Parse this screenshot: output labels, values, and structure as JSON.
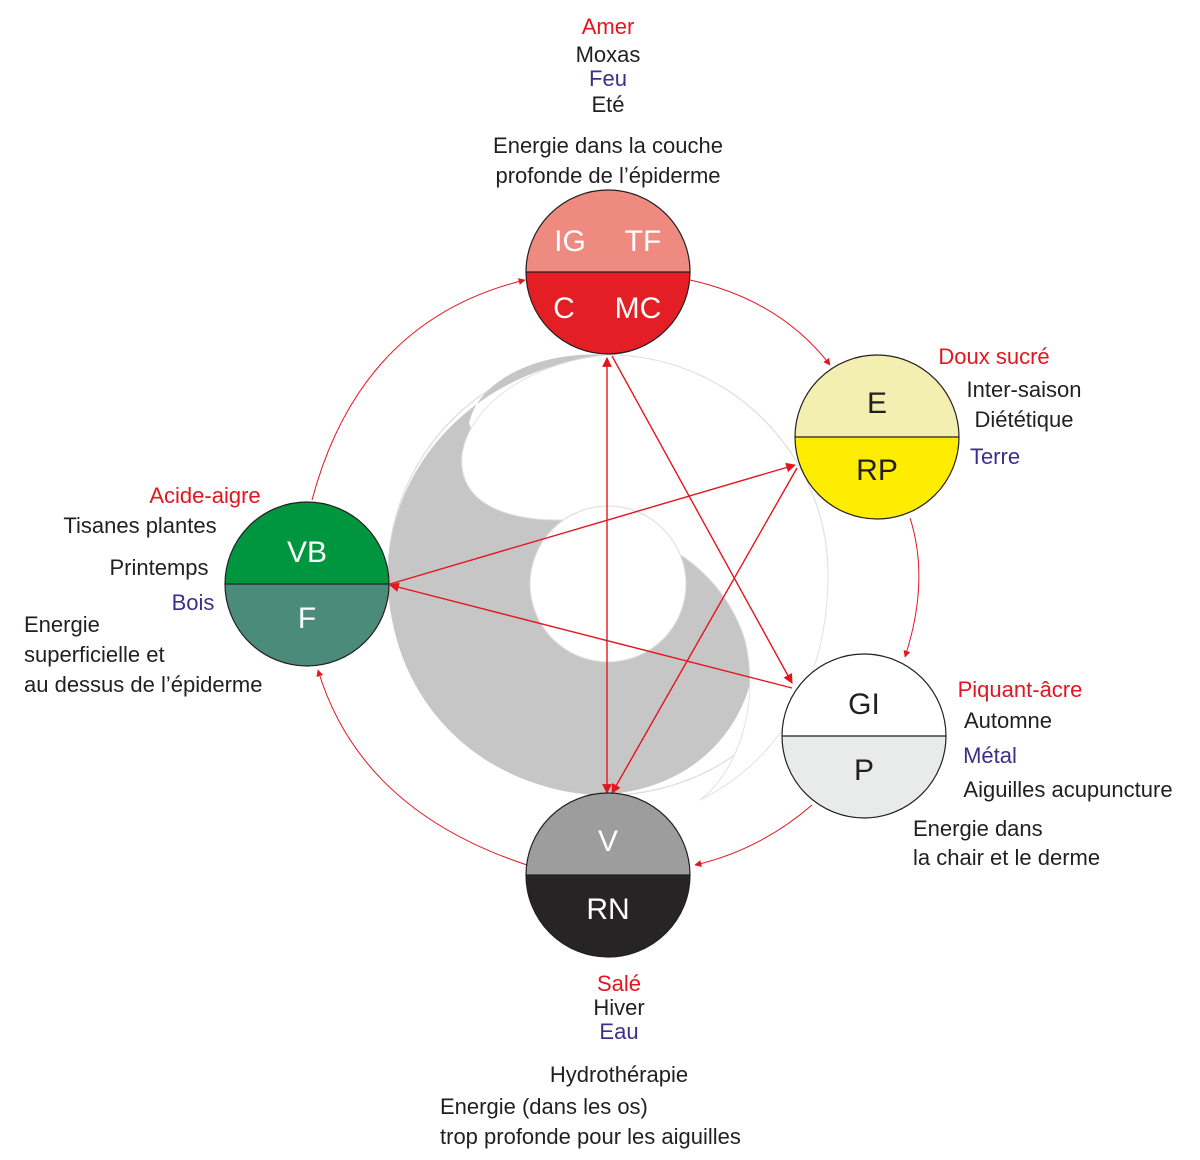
{
  "palette": {
    "red": "#e3161f",
    "blue": "#3b2f8c",
    "text": "#231f20",
    "fire_top": "#ef8a80",
    "fire_bottom": "#e31e24",
    "earth_top": "#f2efb0",
    "earth_bottom": "#ffed00",
    "metal_top": "#ffffff",
    "metal_bottom": "#e8ebea",
    "water_top": "#9c9d9c",
    "water_bottom": "#262425",
    "wood_top": "#009640",
    "wood_bottom": "#4a8b7a",
    "yin_yang": "#c6c6c6"
  },
  "fire": {
    "taste": "Amer",
    "therapy": "Moxas",
    "element": "Feu",
    "season": "Eté",
    "energy_line1": "Energie dans la couche",
    "energy_line2": "profonde de l’épiderme",
    "organ_tl": "IG",
    "organ_tr": "TF",
    "organ_bl": "C",
    "organ_br": "MC"
  },
  "earth": {
    "taste": "Doux sucré",
    "season": "Inter-saison",
    "therapy": "Diététique",
    "element": "Terre",
    "organ_top": "E",
    "organ_bottom": "RP"
  },
  "metal": {
    "taste": "Piquant-âcre",
    "season": "Automne",
    "element": "Métal",
    "therapy": "Aiguilles acupuncture",
    "energy_line1": "Energie dans",
    "energy_line2": "la chair et le derme",
    "organ_top": "GI",
    "organ_bottom": "P"
  },
  "water": {
    "taste": "Salé",
    "season": "Hiver",
    "element": "Eau",
    "therapy": "Hydrothérapie",
    "energy_line1": "Energie (dans les os)",
    "energy_line2": "trop profonde pour les aiguilles",
    "organ_top": "V",
    "organ_bottom": "RN"
  },
  "wood": {
    "taste": "Acide-aigre",
    "therapy": "Tisanes plantes",
    "season": "Printemps",
    "element": "Bois",
    "energy_line1": "Energie",
    "energy_line2": "superficielle et",
    "energy_line3": "au dessus de l’épiderme",
    "organ_top": "VB",
    "organ_bottom": "F"
  }
}
